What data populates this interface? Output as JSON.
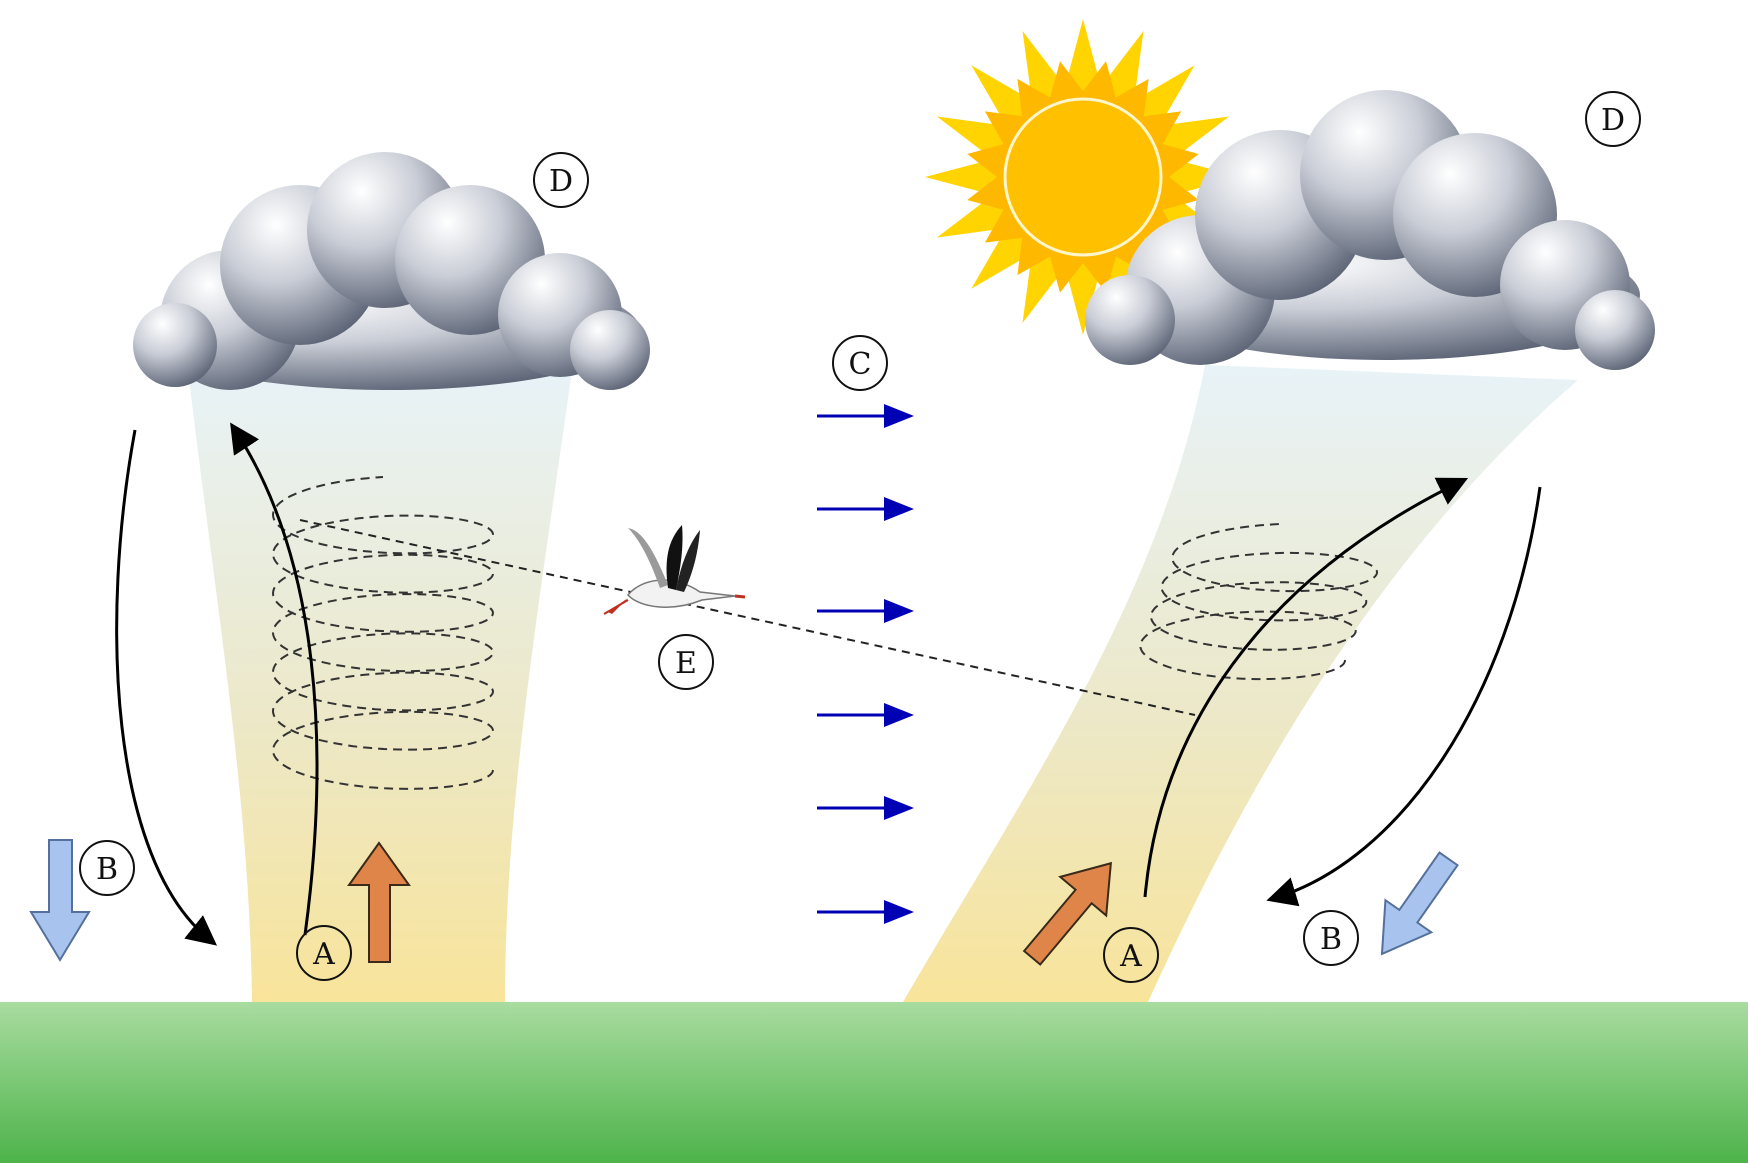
{
  "labels": {
    "thermal_left": "A",
    "thermal_right": "A",
    "sink_left": "B",
    "sink_right": "B",
    "wind": "C",
    "cloud_left": "D",
    "cloud_right": "D",
    "bird": "E"
  },
  "colors": {
    "ground_top": "#a9dca0",
    "ground_bottom": "#4db34a",
    "column_top": "#e6f2f7",
    "column_bottom": "#f8e49a",
    "wind_arrow": "#0000b4",
    "updraft_arrow": "#e0854a",
    "sink_arrow": "#a8c4ee",
    "sun_core": "#ffc000",
    "sun_rays": "#ffd400"
  },
  "icons": {
    "sun": "sun-icon",
    "bird": "stork-icon",
    "cloud": "cloud-icon"
  }
}
